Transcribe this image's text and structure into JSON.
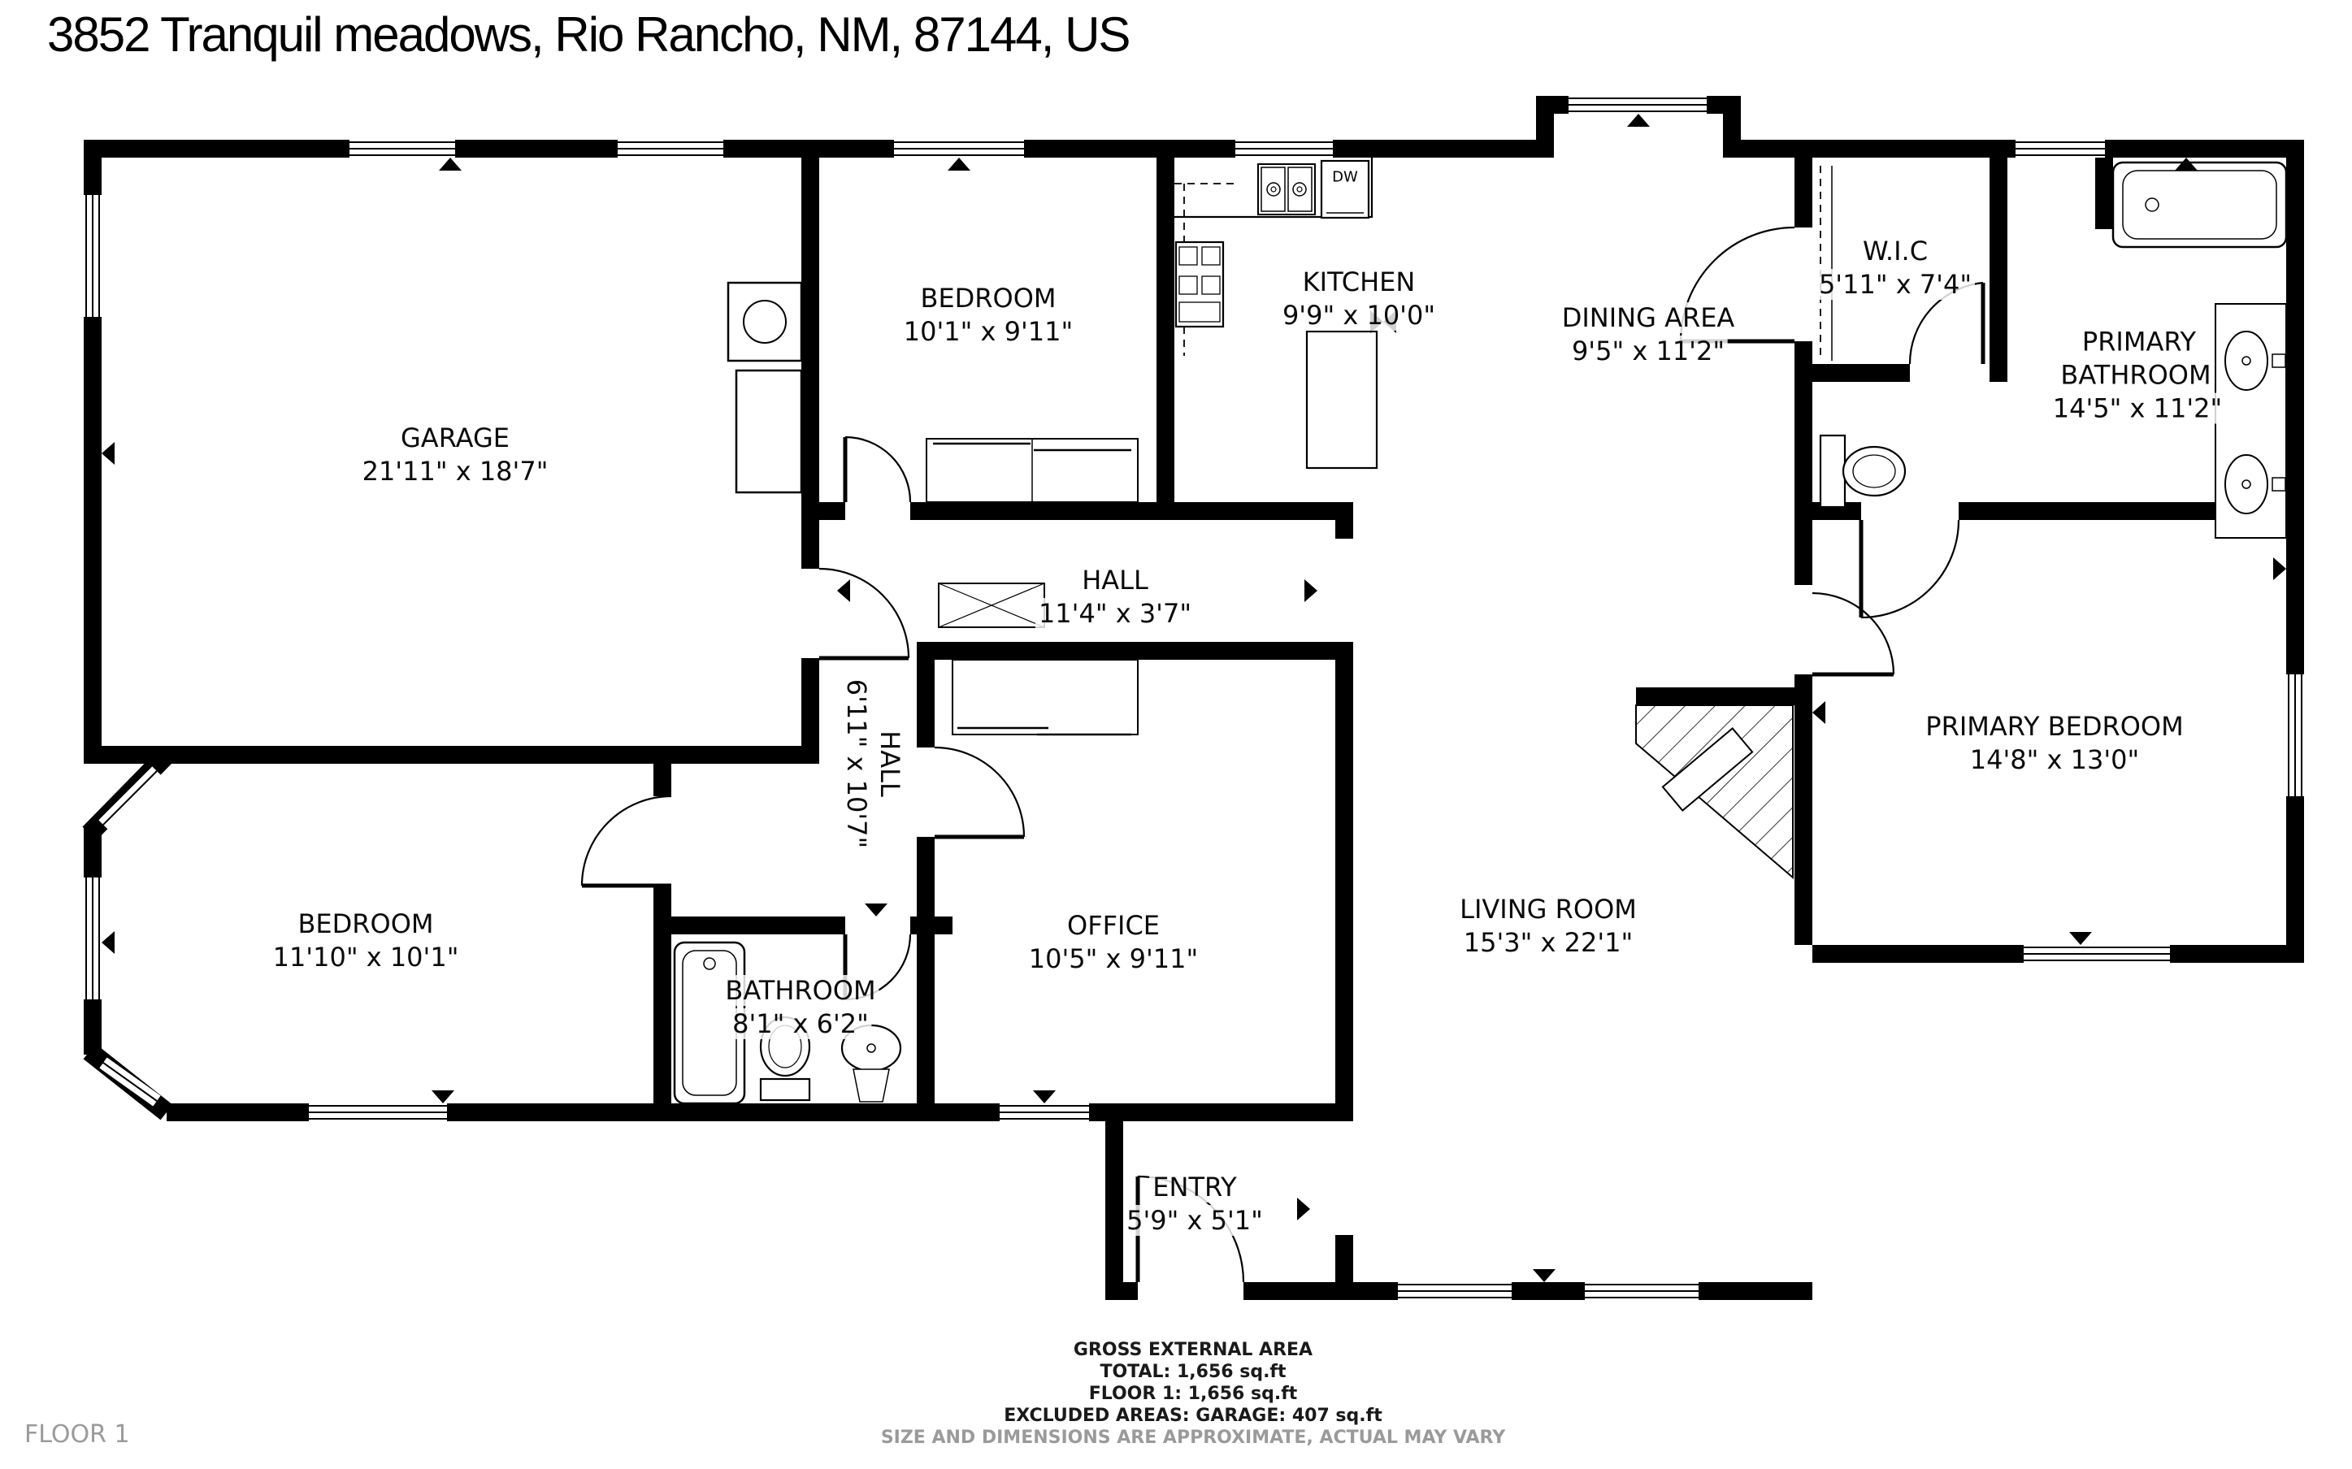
{
  "title": "3852 Tranquil meadows, Rio Rancho, NM, 87144, US",
  "rooms": {
    "garage": {
      "name": "GARAGE",
      "dims": "21'11\" x 18'7\""
    },
    "bedroom_top": {
      "name": "BEDROOM",
      "dims": "10'1\" x 9'11\""
    },
    "kitchen": {
      "name": "KITCHEN",
      "dims": "9'9\" x 10'0\""
    },
    "dining": {
      "name": "DINING AREA",
      "dims": "9'5\" x 11'2\""
    },
    "wic": {
      "name": "W.I.C",
      "dims": "5'11\" x 7'4\""
    },
    "primary_bathroom": {
      "name": "PRIMARY BATHROOM",
      "dims": "14'5\" x 11'2\""
    },
    "hall_upper": {
      "name": "HALL",
      "dims": "11'4\" x 3'7\""
    },
    "hall_lower": {
      "name": "HALL",
      "dims": "6'11\" x 10'7\""
    },
    "bedroom_left": {
      "name": "BEDROOM",
      "dims": "11'10\" x 10'1\""
    },
    "bathroom": {
      "name": "BATHROOM",
      "dims": "8'1\" x 6'2\""
    },
    "office": {
      "name": "OFFICE",
      "dims": "10'5\" x 9'11\""
    },
    "living_room": {
      "name": "LIVING ROOM",
      "dims": "15'3\" x 22'1\""
    },
    "primary_bedroom": {
      "name": "PRIMARY BEDROOM",
      "dims": "14'8\" x 13'0\""
    },
    "entry": {
      "name": "ENTRY",
      "dims": "5'9\" x 5'1\""
    }
  },
  "fixtures": {
    "dishwasher_label": "DW"
  },
  "footer": {
    "floor_label": "FLOOR 1",
    "summary": {
      "line1": "GROSS EXTERNAL AREA",
      "line2": "TOTAL: 1,656 sq.ft",
      "line3": "FLOOR 1: 1,656 sq.ft",
      "line4": "EXCLUDED AREAS: GARAGE: 407 sq.ft"
    },
    "disclaimer": "SIZE AND DIMENSIONS ARE APPROXIMATE, ACTUAL MAY VARY"
  }
}
